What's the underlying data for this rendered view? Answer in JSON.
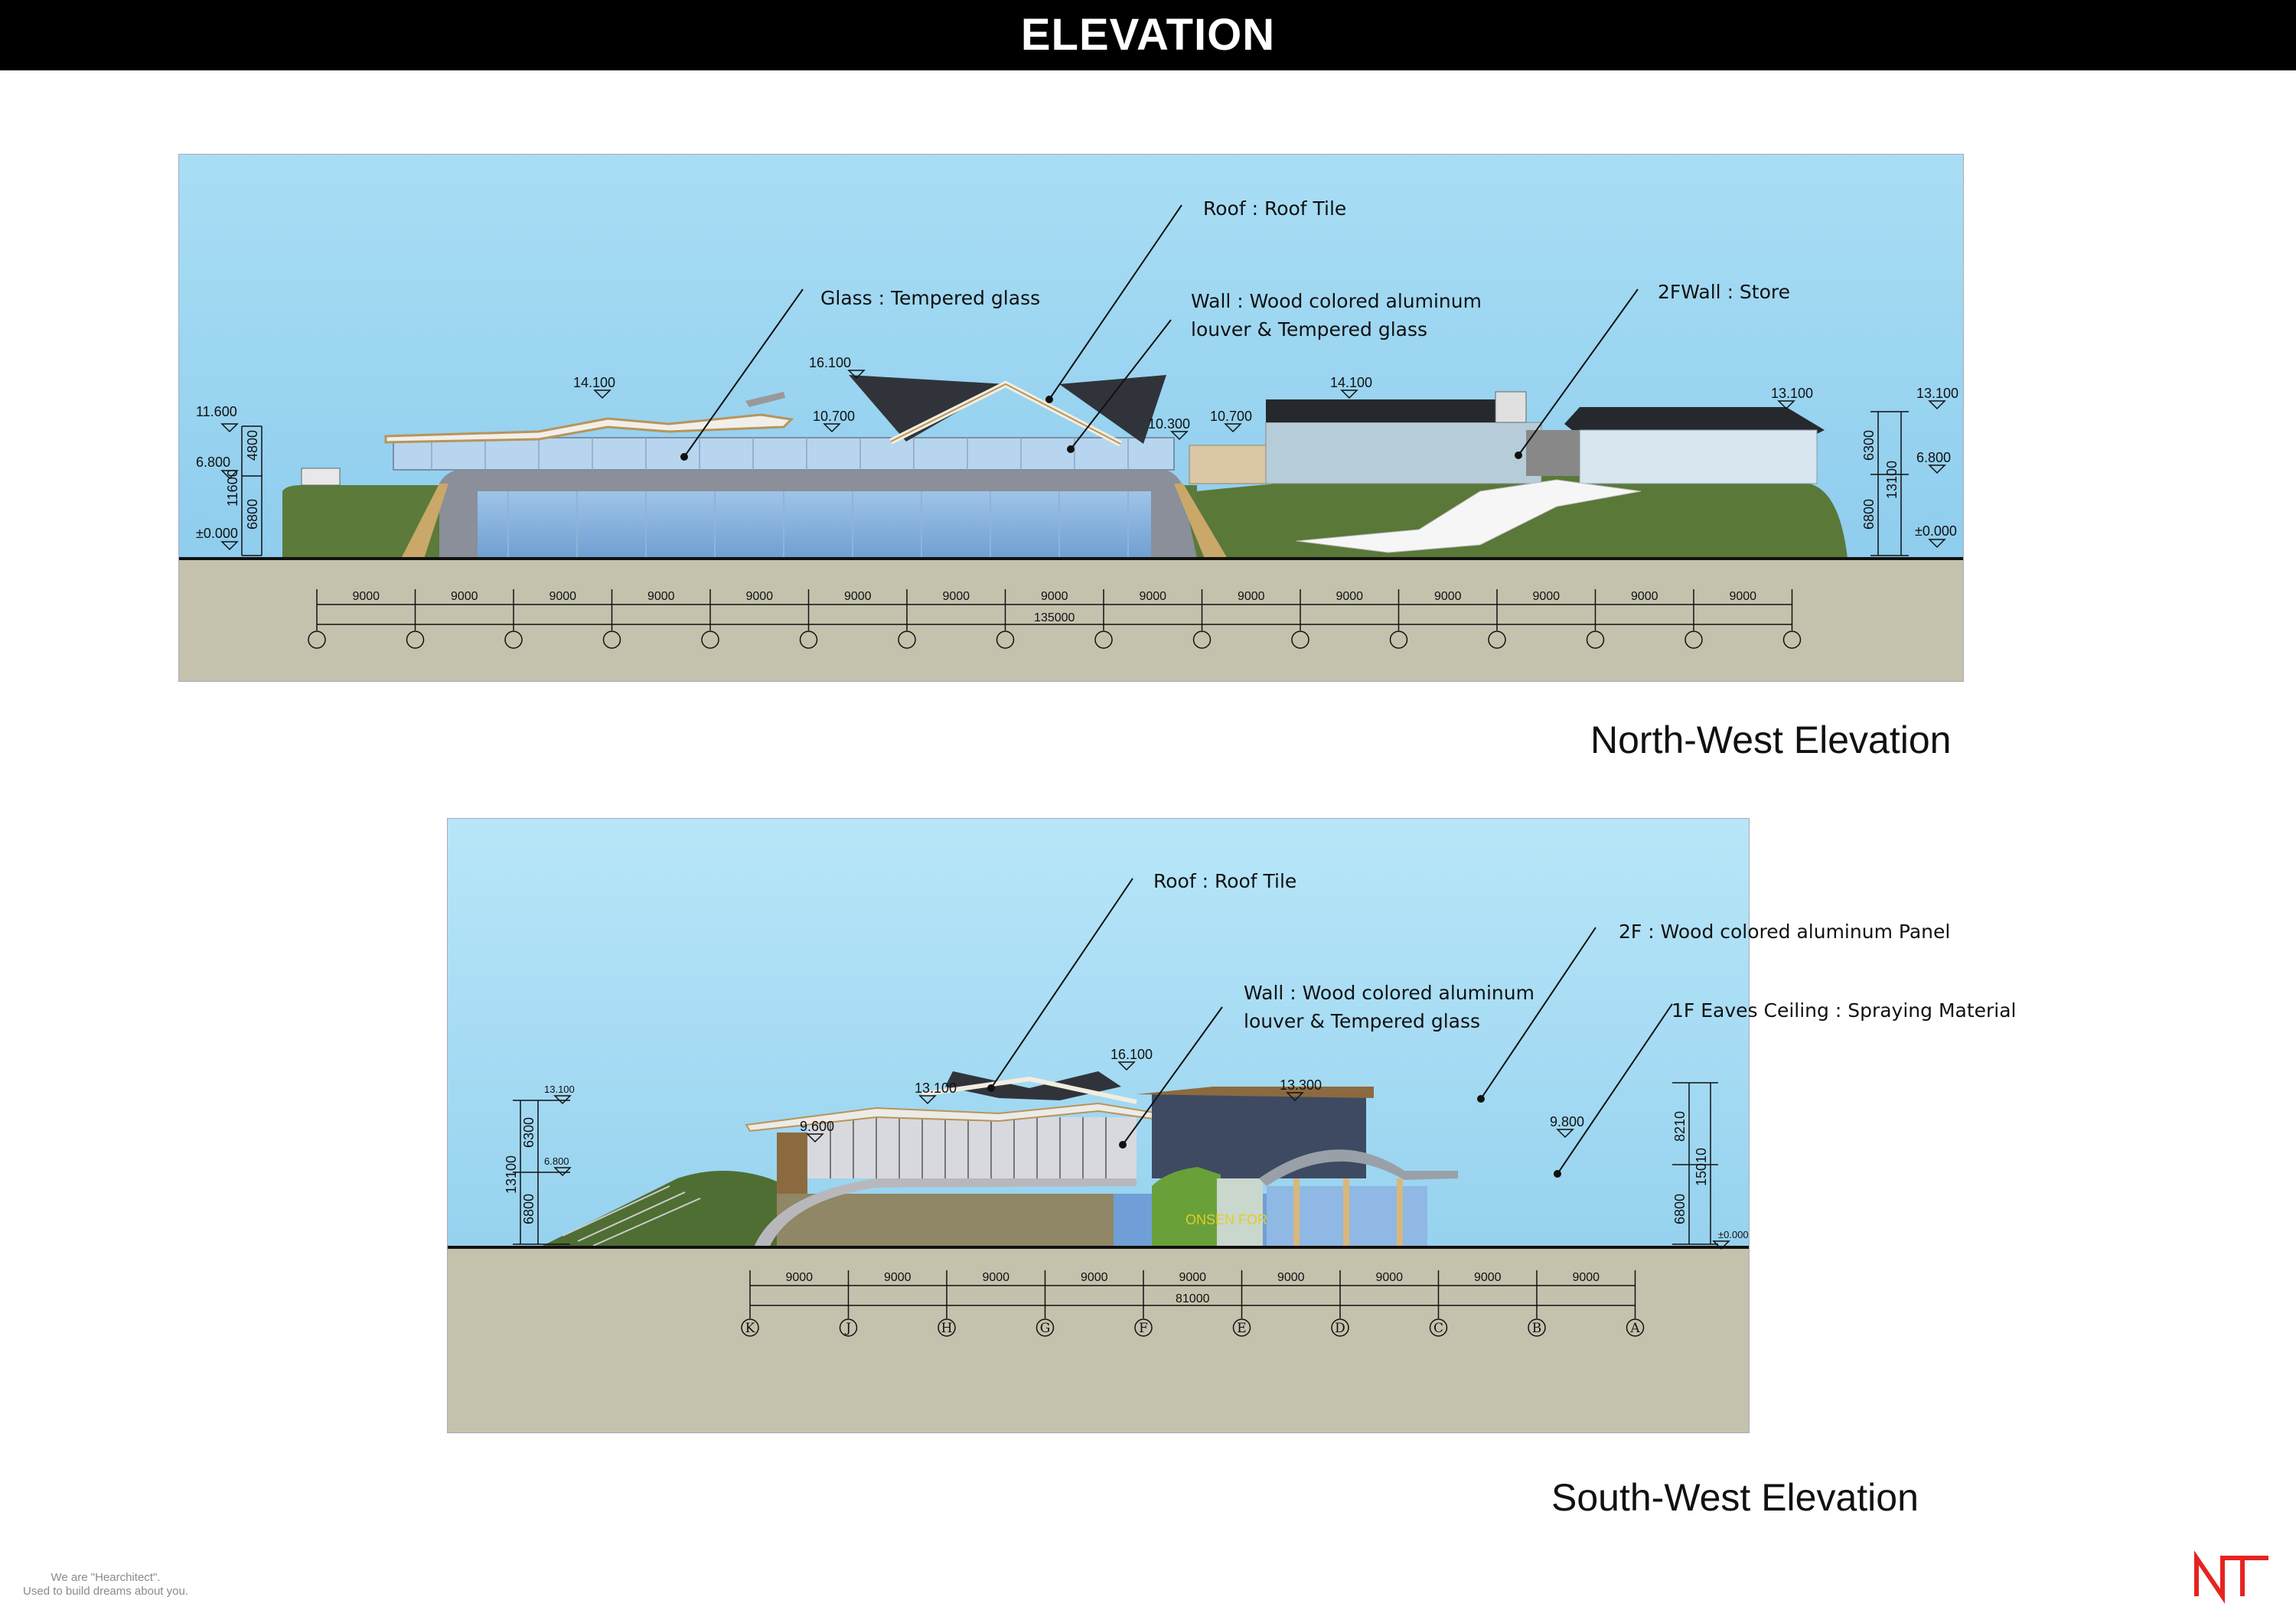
{
  "header": {
    "title": "ELEVATION"
  },
  "nw": {
    "caption": "North-West Elevation",
    "annotations": {
      "glass": "Glass : Tempered glass",
      "roof": "Roof : Roof Tile",
      "wall_1": "Wall : Wood colored aluminum",
      "wall_2": "louver & Tempered glass",
      "store": "2FWall : Store"
    },
    "levels": {
      "l14100a": "14.100",
      "l16100": "16.100",
      "l10700a": "10.700",
      "l10300": "10.300",
      "l10700b": "10.700",
      "l14100b": "14.100",
      "l13100a": "13.100",
      "l13100b": "13.100",
      "l11600": "11.600",
      "l6800a": "6.800",
      "l0a": "±0.000",
      "l6800b": "6.800",
      "l0b": "±0.000"
    },
    "dims_left": {
      "d4800": "4800",
      "d11600": "11600",
      "d6800": "6800"
    },
    "dims_right": {
      "d6300": "6300",
      "d13100": "13100",
      "d6800": "6800"
    },
    "spans": [
      "9000",
      "9000",
      "9000",
      "9000",
      "9000",
      "9000",
      "9000",
      "9000",
      "9000",
      "9000",
      "9000",
      "9000",
      "9000",
      "9000",
      "9000"
    ],
    "total": "135000"
  },
  "sw": {
    "caption": "South-West Elevation",
    "annotations": {
      "roof": "Roof : Roof Tile",
      "panel": "2F : Wood colored aluminum Panel",
      "wall_1": "Wall : Wood colored aluminum",
      "wall_2": "louver & Tempered glass",
      "eaves": "1F Eaves Ceiling : Spraying Material"
    },
    "levels": {
      "l16100": "16.100",
      "l13100": "13.100",
      "l13300": "13.300",
      "l9600": "9.600",
      "l9800": "9.800",
      "l13100left": "13.100",
      "l6800left": "6.800",
      "l0right": "±0.000"
    },
    "dims_left": {
      "d6300": "6300",
      "d13100": "13100",
      "d6800": "6800"
    },
    "dims_right": {
      "d8210": "8210",
      "d15010": "15010",
      "d6800": "6800"
    },
    "sign": "ONSEN FOREST",
    "spans": [
      "9000",
      "9000",
      "9000",
      "9000",
      "9000",
      "9000",
      "9000",
      "9000",
      "9000"
    ],
    "total": "81000",
    "grid_labels": [
      "K",
      "J",
      "H",
      "G",
      "F",
      "E",
      "D",
      "C",
      "B",
      "A"
    ]
  },
  "footer": {
    "line1": "We are \"Hearchitect\".",
    "line2": "Used to build dreams about you."
  },
  "colors": {
    "sky_top": "#a9def4",
    "ground": "#c4c2ad",
    "grass": "#5c7a3a",
    "logo": "#e5241f"
  }
}
